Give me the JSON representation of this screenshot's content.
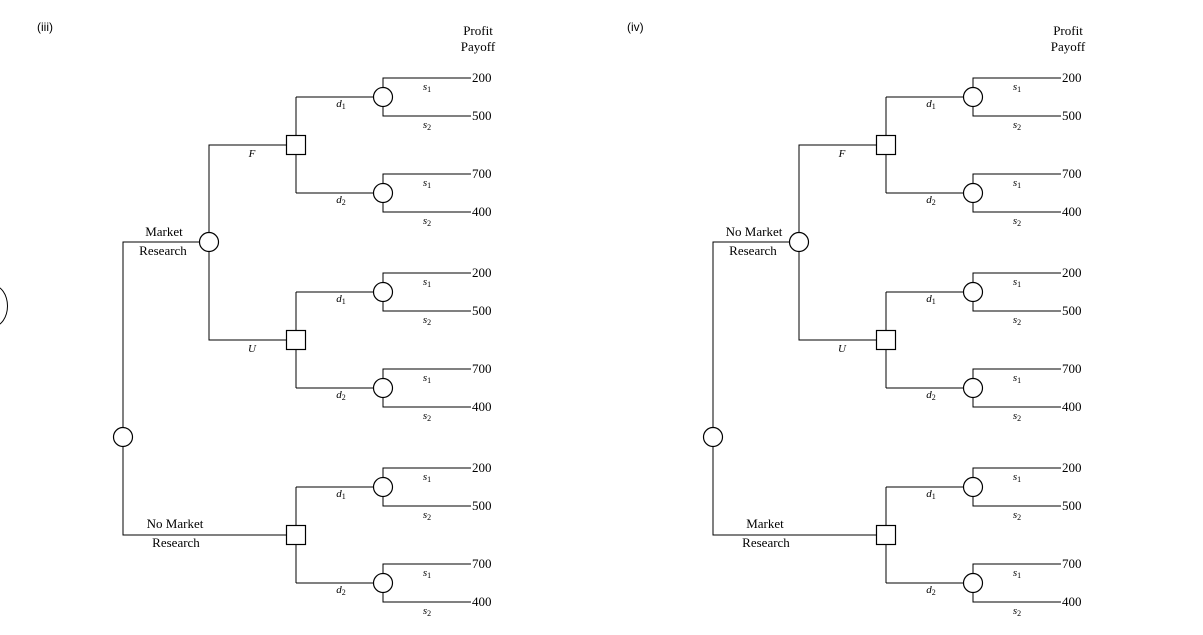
{
  "diagrams": [
    {
      "tag": "(iii)",
      "header": [
        "Profit",
        "Payoff"
      ],
      "market_branch": {
        "top": {
          "label": [
            "Market",
            "Research"
          ],
          "chance_branches": [
            "F",
            "U"
          ]
        },
        "bottom": {
          "label": [
            "No Market",
            "Research"
          ]
        }
      },
      "decisions": [
        "d",
        "d"
      ],
      "decision_sub": [
        "1",
        "2"
      ],
      "states": [
        "s",
        "s"
      ],
      "state_sub": [
        "1",
        "2"
      ],
      "payoffs": [
        [
          200,
          500,
          700,
          400
        ],
        [
          200,
          500,
          700,
          400
        ],
        [
          200,
          500,
          700,
          400
        ]
      ]
    },
    {
      "tag": "(iv)",
      "header": [
        "Profit",
        "Payoff"
      ],
      "market_branch": {
        "top": {
          "label": [
            "No Market",
            "Research"
          ],
          "chance_branches": [
            "F",
            "U"
          ]
        },
        "bottom": {
          "label": [
            "Market",
            "Research"
          ]
        }
      },
      "decisions": [
        "d",
        "d"
      ],
      "decision_sub": [
        "1",
        "2"
      ],
      "states": [
        "s",
        "s"
      ],
      "state_sub": [
        "1",
        "2"
      ],
      "payoffs": [
        [
          200,
          500,
          700,
          400
        ],
        [
          200,
          500,
          700,
          400
        ],
        [
          200,
          500,
          700,
          400
        ]
      ]
    }
  ]
}
